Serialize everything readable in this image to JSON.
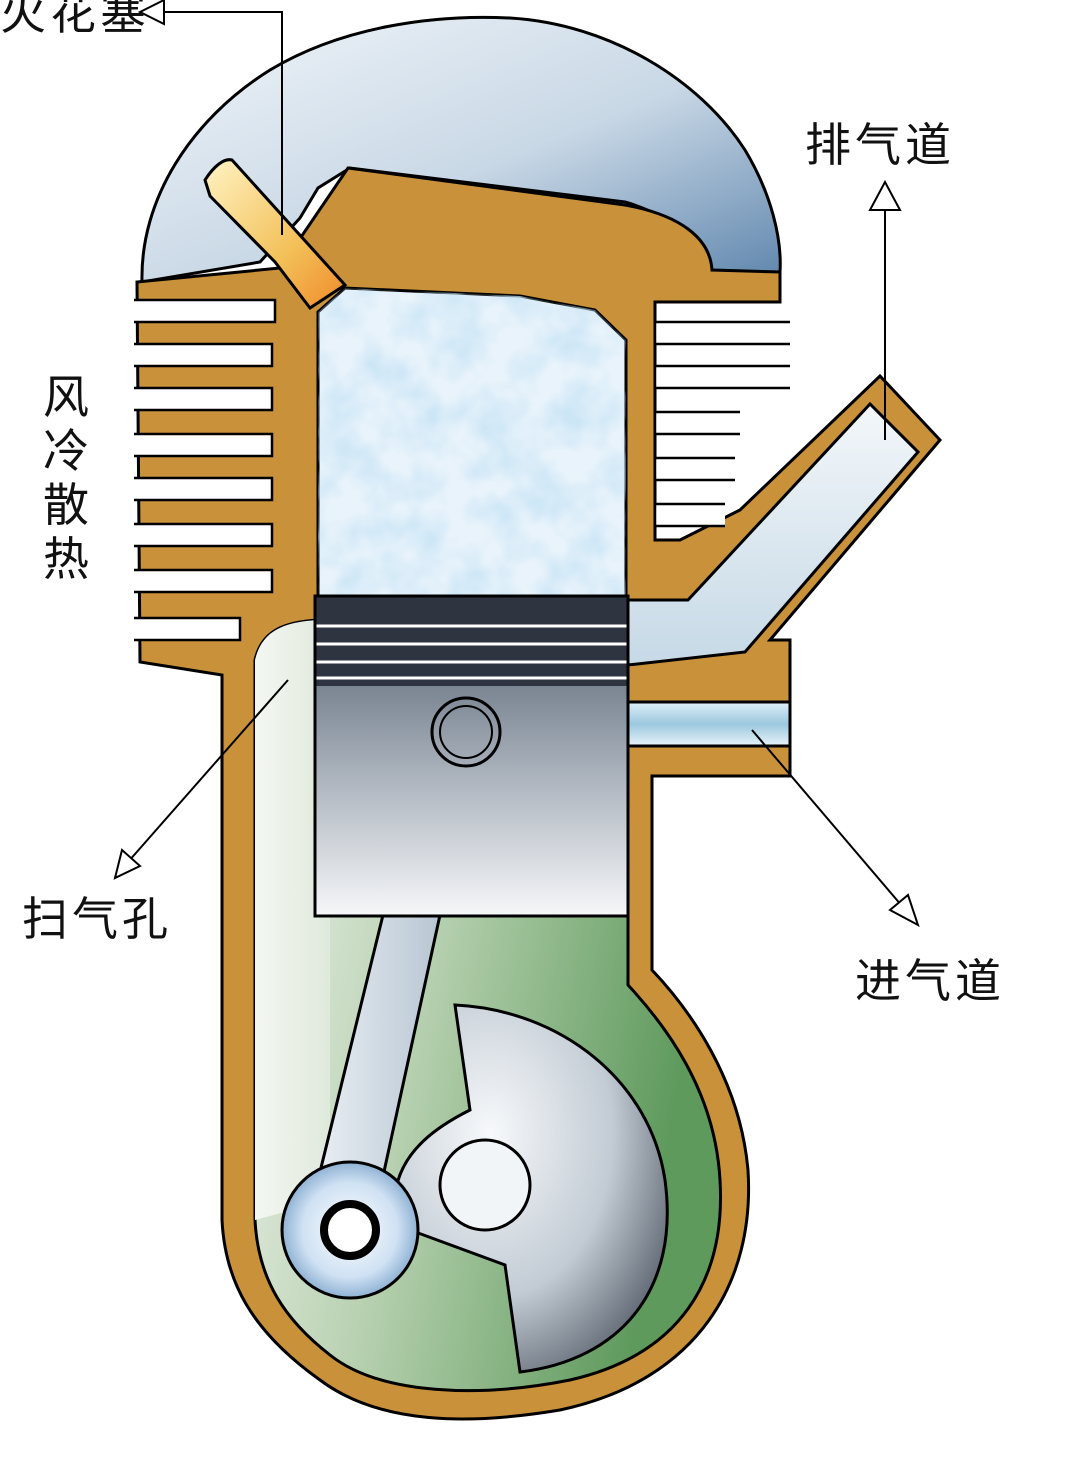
{
  "labels": {
    "spark_plug": "火花塞",
    "exhaust_port": "排气道",
    "air_cooling": "风冷散热",
    "scavenge_port": "扫气孔",
    "intake_port": "进气道"
  },
  "colors": {
    "casing": "#c8913a",
    "cylinder_head_cover": "#9fb8cf",
    "combustion_gas": "#8ec4e8",
    "crankcase": "#7fae78",
    "piston": "#5a6878",
    "spark_plug": "#f0c060",
    "outline": "#000000"
  }
}
